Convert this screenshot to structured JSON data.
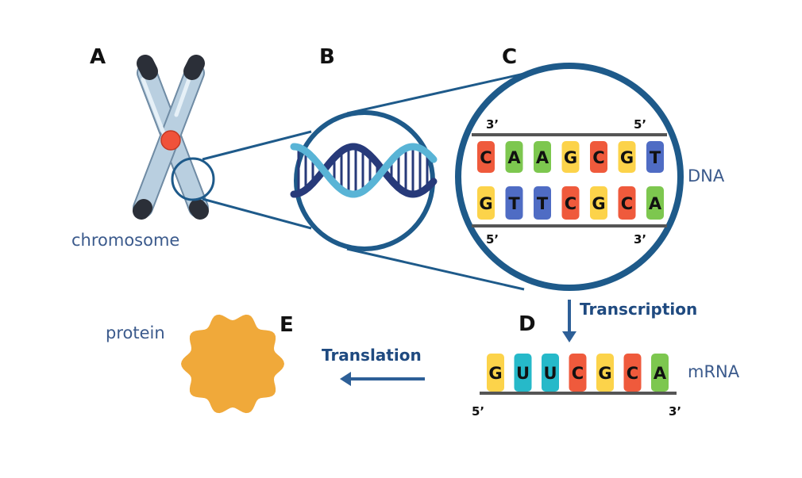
{
  "panels": {
    "a": "A",
    "b": "B",
    "c": "C",
    "d": "D",
    "e": "E"
  },
  "labels": {
    "chromosome": "chromosome",
    "dna": "DNA",
    "mrna": "mRNA",
    "protein": "protein",
    "transcription": "Transcription",
    "translation": "Translation"
  },
  "dna": {
    "top_left_end": "3’",
    "top_right_end": "5’",
    "bottom_left_end": "5’",
    "bottom_right_end": "3’",
    "top_strand": [
      "C",
      "A",
      "A",
      "G",
      "C",
      "G",
      "T"
    ],
    "bottom_strand": [
      "G",
      "T",
      "T",
      "C",
      "G",
      "C",
      "A"
    ]
  },
  "mrna": {
    "left_end": "5’",
    "right_end": "3’",
    "bases": [
      "G",
      "U",
      "U",
      "C",
      "G",
      "C",
      "A"
    ]
  },
  "colors": {
    "A": "#7dc74f",
    "C": "#ef5a3c",
    "G": "#fcd34a",
    "T": "#4f6cc4",
    "U": "#26b9c9",
    "outline": "#1e5a8a",
    "chromosome": "#b9cfe0",
    "centromere": "#f0523a",
    "protein": "#f0a93a",
    "arrow": "#2d5f97"
  }
}
